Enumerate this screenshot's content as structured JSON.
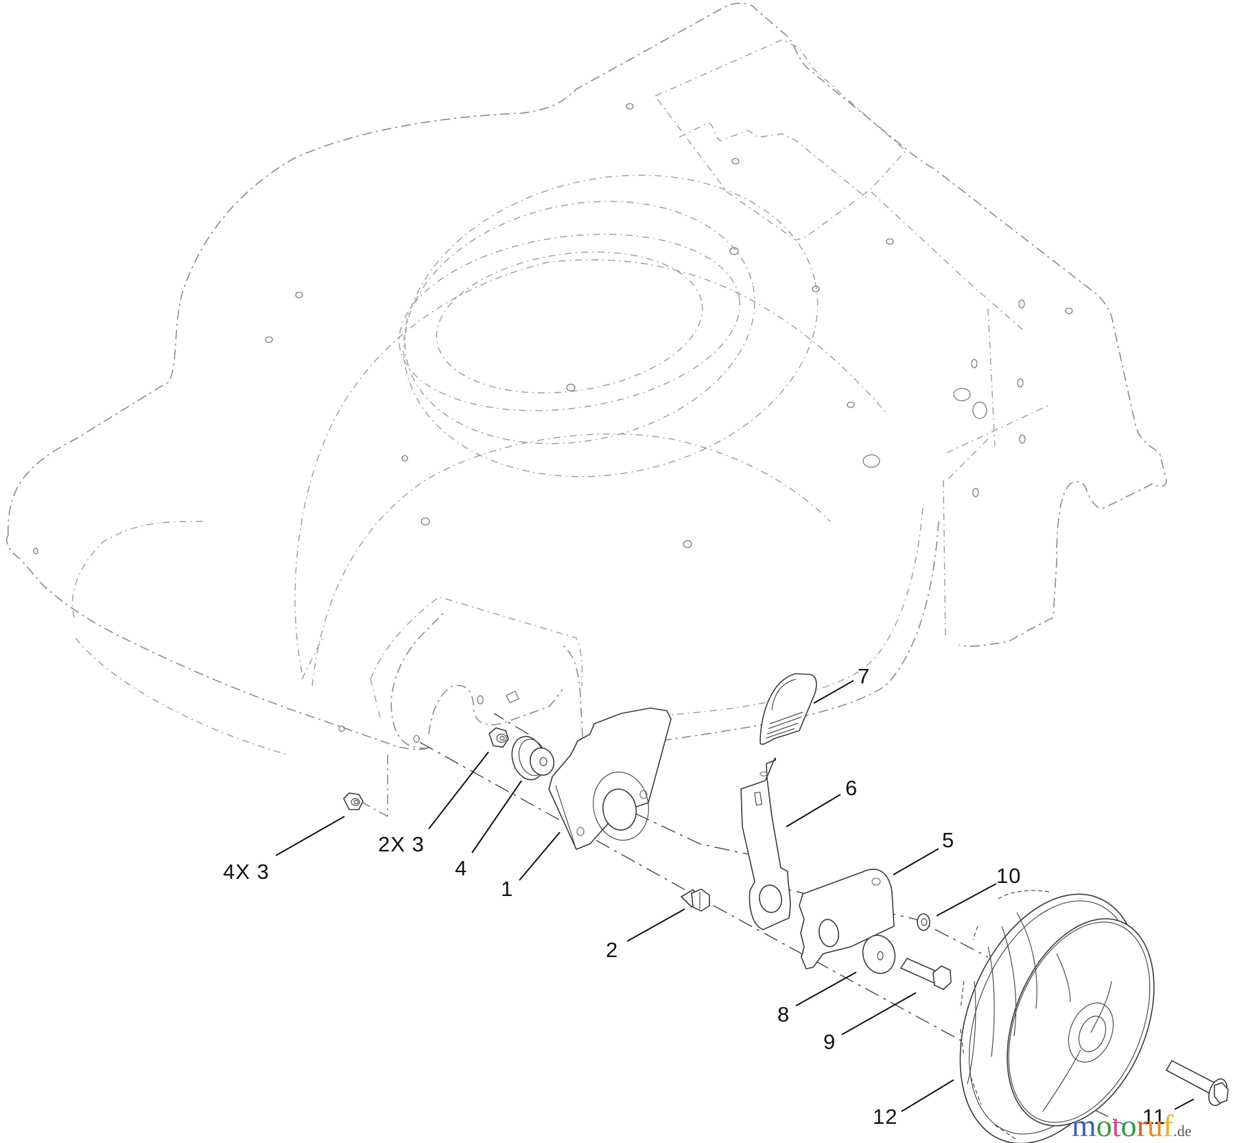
{
  "diagram": {
    "subject": "Lawn mower deck - rear height-of-cut wheel assembly (exploded view)",
    "callouts": [
      {
        "id": "c1",
        "label": "1",
        "part": "height-adjuster plate"
      },
      {
        "id": "c2",
        "label": "2",
        "part": "bolt"
      },
      {
        "id": "c3a",
        "label": "2X 3",
        "part": "nut"
      },
      {
        "id": "c3b",
        "label": "4X 3",
        "part": "nut"
      },
      {
        "id": "c4",
        "label": "4",
        "part": "bushing"
      },
      {
        "id": "c5",
        "label": "5",
        "part": "wheel bracket"
      },
      {
        "id": "c6",
        "label": "6",
        "part": "height-of-cut lever"
      },
      {
        "id": "c7",
        "label": "7",
        "part": "lever grip"
      },
      {
        "id": "c8",
        "label": "8",
        "part": "washer"
      },
      {
        "id": "c9",
        "label": "9",
        "part": "bolt"
      },
      {
        "id": "c10",
        "label": "10",
        "part": "washer"
      },
      {
        "id": "c11",
        "label": "11",
        "part": "wheel bolt"
      },
      {
        "id": "c12",
        "label": "12",
        "part": "wheel"
      }
    ]
  },
  "watermark": {
    "letters": [
      {
        "ch": "m",
        "color": "#3b5fb5"
      },
      {
        "ch": "o",
        "color": "#3a9a3a"
      },
      {
        "ch": "t",
        "color": "#e0408a"
      },
      {
        "ch": "o",
        "color": "#2f9a4a"
      },
      {
        "ch": "r",
        "color": "#e05a20"
      },
      {
        "ch": "u",
        "color": "#f08a1a"
      },
      {
        "ch": "f",
        "color": "#f0b020"
      }
    ],
    "text": "motoruf",
    "suffix": ".de",
    "suffix_color": "#555555"
  },
  "colors": {
    "background": "#ffffff",
    "line": "#3a3a3a",
    "phantom": "#8a8a8a",
    "text": "#111111"
  }
}
